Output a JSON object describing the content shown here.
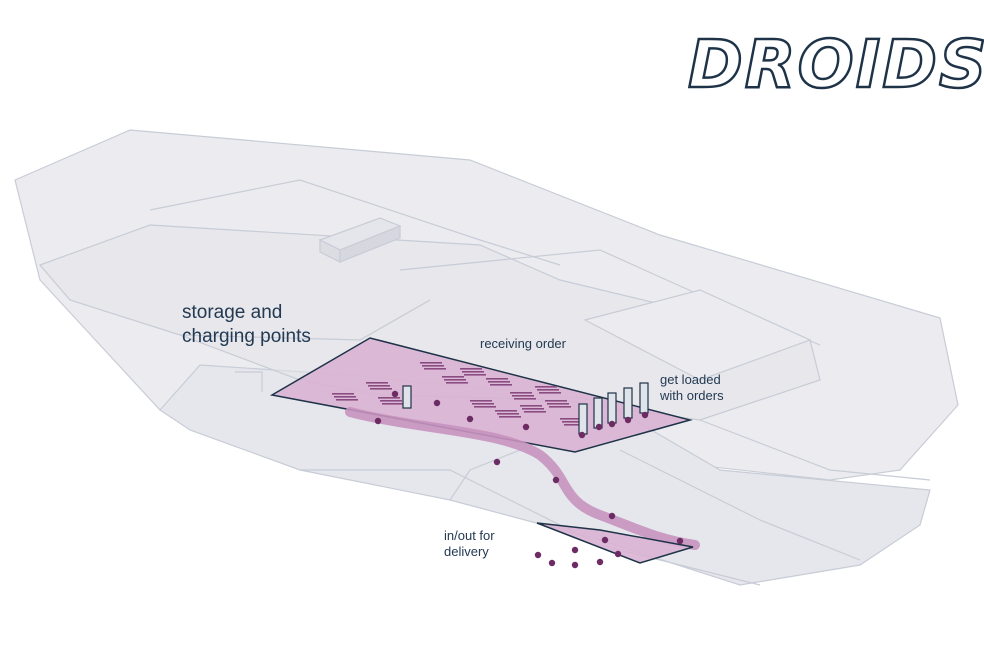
{
  "title": "DROIDS",
  "labels": {
    "storage": [
      "storage and",
      "charging points"
    ],
    "receiving": "receiving order",
    "loaded": [
      "get loaded",
      "with orders"
    ],
    "delivery": [
      "in/out for",
      "delivery"
    ]
  },
  "colors": {
    "building_fill": "#e9e9ee",
    "building_stroke": "#c7ccd6",
    "zone_fill": "#d9b3d3",
    "zone_stroke": "#1e3348",
    "droid": "#6c2c63",
    "path": "#c692bf"
  }
}
